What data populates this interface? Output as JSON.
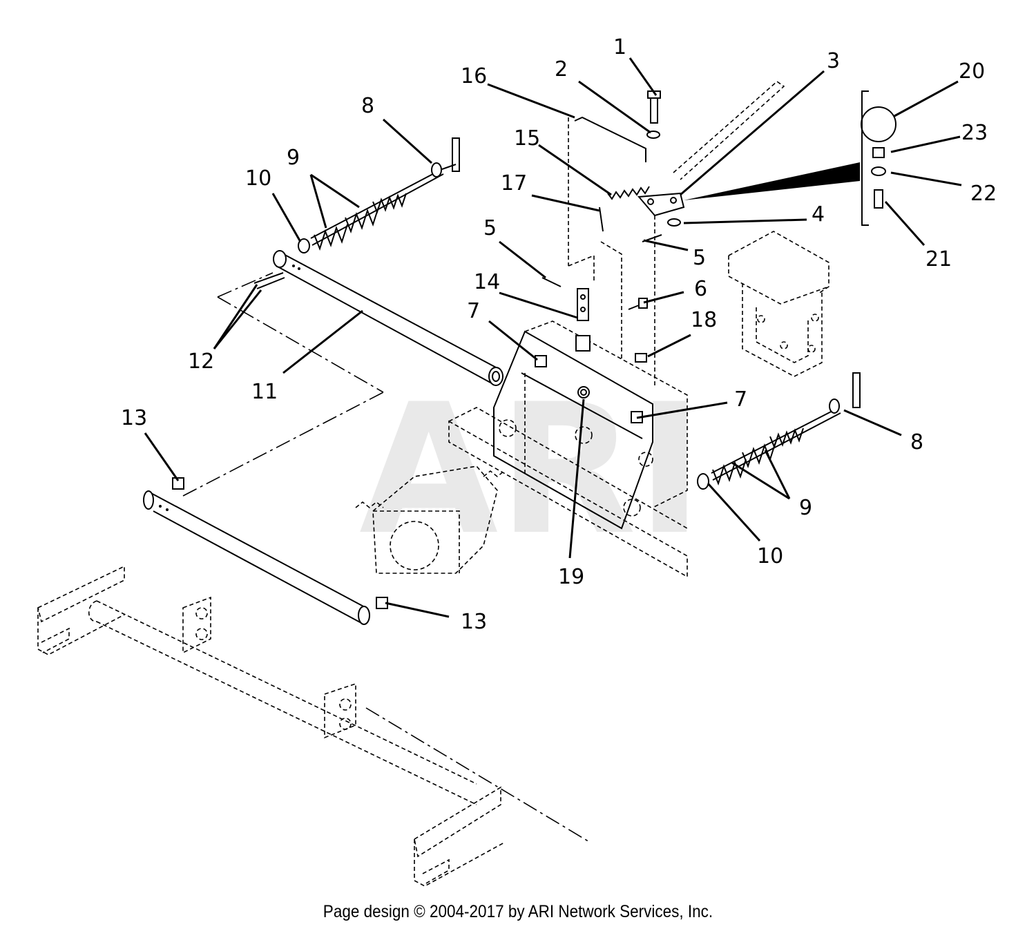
{
  "watermark": "ARI",
  "footer": "Page design © 2004-2017 by ARI Network Services, Inc.",
  "callouts": [
    "1",
    "2",
    "3",
    "4",
    "5",
    "5",
    "6",
    "7",
    "7",
    "8",
    "8",
    "9",
    "9",
    "10",
    "10",
    "11",
    "12",
    "13",
    "13",
    "14",
    "15",
    "16",
    "17",
    "18",
    "19",
    "20",
    "21",
    "22",
    "23"
  ]
}
